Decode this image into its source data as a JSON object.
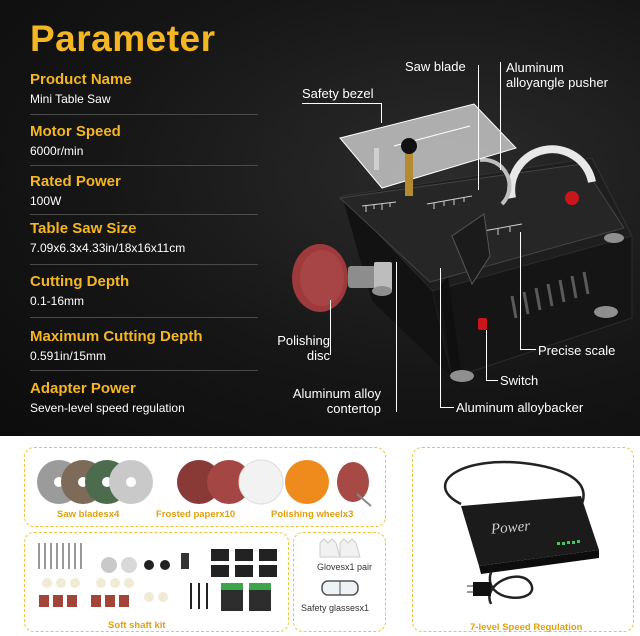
{
  "title": "Parameter",
  "specs": [
    {
      "label": "Product Name",
      "value": "Mini Table Saw"
    },
    {
      "label": "Motor Speed",
      "value": "6000r/min"
    },
    {
      "label": "Rated Power",
      "value": "100W"
    },
    {
      "label": "Table Saw Size",
      "value": "7.09x6.3x4.33in/18x16x11cm"
    },
    {
      "label": "Cutting Depth",
      "value": "0.1-16mm"
    },
    {
      "label": "Maximum Cutting Depth",
      "value": "0.591in/15mm"
    },
    {
      "label": "Adapter Power",
      "value": "Seven-level speed regulation"
    }
  ],
  "callouts": {
    "saw_blade": "Saw blade",
    "pusher_line1": "Aluminum",
    "pusher_line2": "alloyangle pusher",
    "safety_bezel": "Safety bezel",
    "polishing_line1": "Polishing",
    "polishing_line2": "disc",
    "precise_scale": "Precise scale",
    "switch": "Switch",
    "countertop_line1": "Aluminum alloy",
    "countertop_line2": "contertop",
    "backer": "Aluminum alloybacker"
  },
  "power_label": "Power",
  "accessories": {
    "saw_blades": "Saw bladesx4",
    "frosted_paper": "Frosted paperx10",
    "polishing_wheel": "Polishing wheelx3",
    "soft_shaft_kit": "Soft shaft kit",
    "gloves": "Glovesx1 pair",
    "glasses": "Safety glassesx1",
    "regulation": "7-level Speed Regulation"
  },
  "colors": {
    "accent": "#f4b622",
    "panel": "#161616",
    "dashed_border": "#f2c33a",
    "caption": "#e0a10f"
  }
}
